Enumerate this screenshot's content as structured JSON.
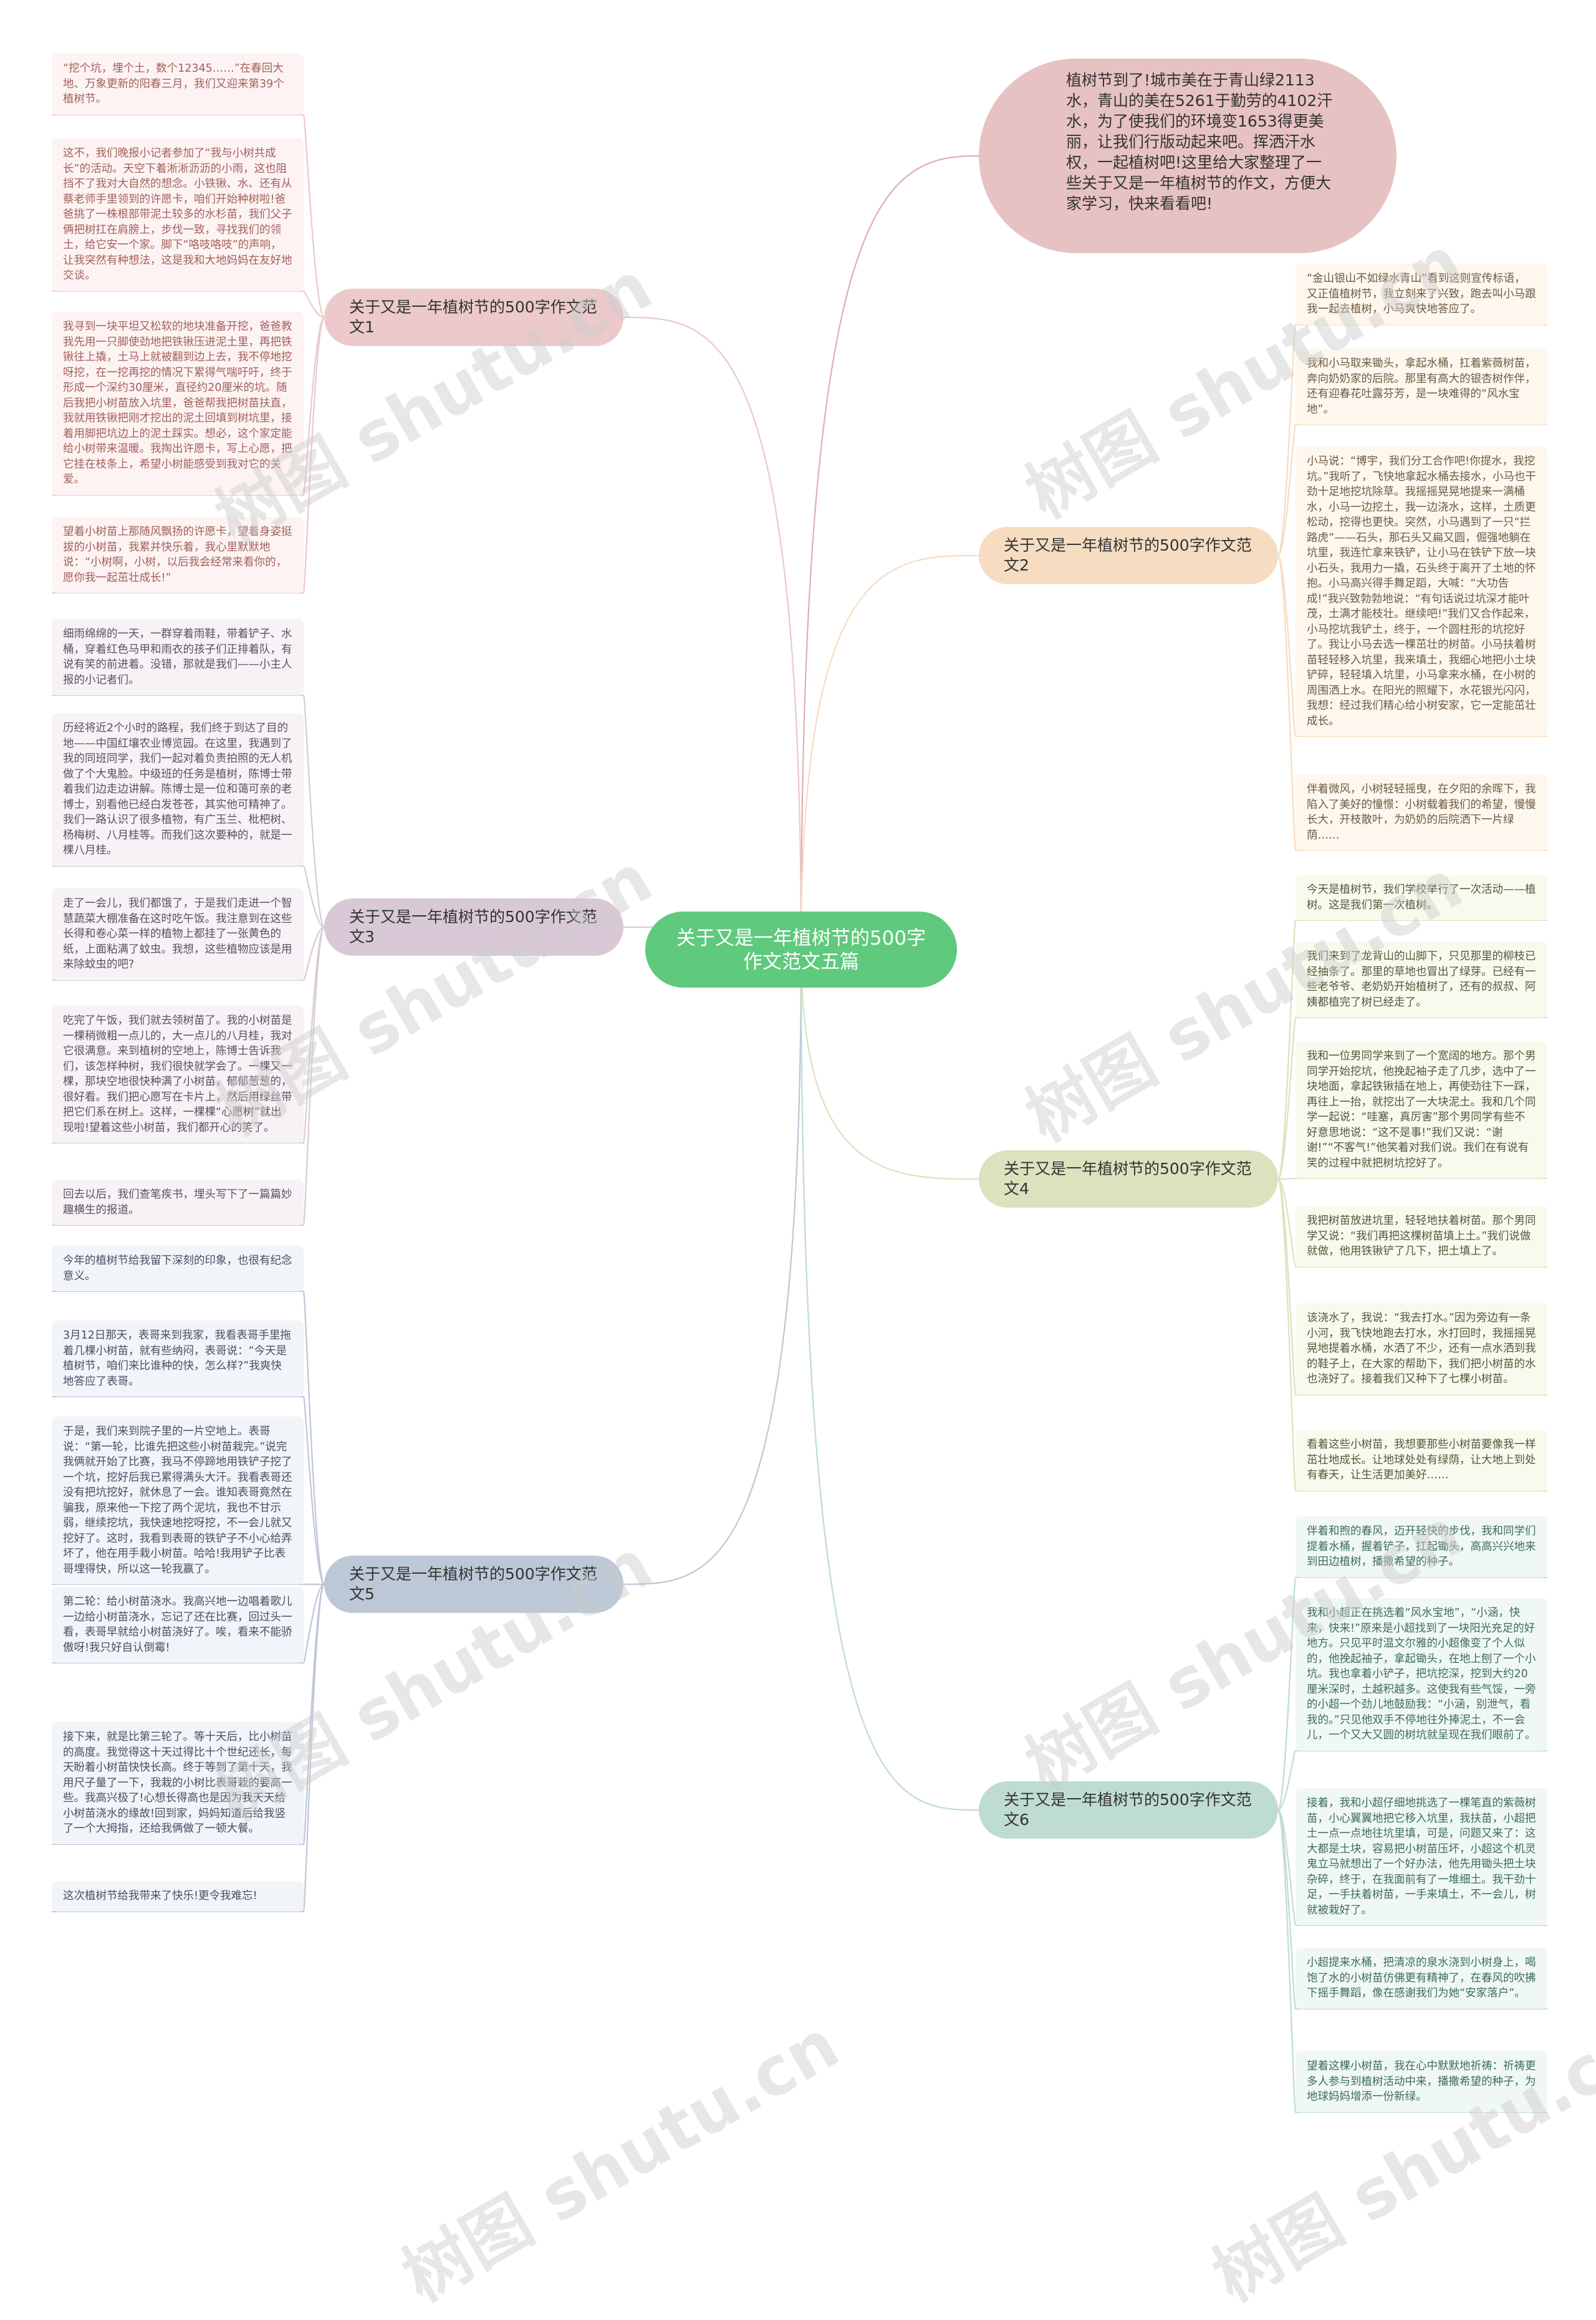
{
  "center": "关于又是一年植树节的500字作文范文五篇",
  "intro": "植树节到了!城市美在于青山绿2113水，青山的美在5261于勤劳的4102汗水，为了使我们的环境变1653得更美丽，让我们行版动起来吧。挥洒汗水权，一起植树吧!这里给大家整理了一些关于又是一年植树节的作文，方便大家学习，快来看看吧!",
  "branches": [
    {
      "label": "关于又是一年植树节的500字作文范文1",
      "color": "#ecc9ca",
      "text_color": "#a2605c",
      "leaf_bg": "#fdf3f3",
      "leaves": [
        "“挖个坑，埋个土，数个12345……”在春回大地、万象更新的阳春三月，我们又迎来第39个植树节。",
        "这不，我们晚报小记者参加了“我与小树共成长”的活动。天空下着淅淅沥沥的小雨，这也阻挡不了我对大自然的想念。小铁锹、水、还有从蔡老师手里领到的许愿卡，咱们开始种树啦!爸爸挑了一株根部带泥土较多的水杉苗，我们父子俩把树扛在肩膀上，步伐一致，寻找我们的领土，给它安一个家。脚下“咯吱咯吱”的声响，让我突然有种想法，这是我和大地妈妈在友好地交谈。",
        "我寻到一块平坦又松软的地块准备开挖，爸爸教我先用一只脚使劲地把铁锹压进泥土里，再把铁锹往上撬，土马上就被翻到边上去，我不停地挖呀挖，在一挖再挖的情况下累得气喘吁吁，终于形成一个深约30厘米，直径约20厘米的坑。随后我把小树苗放入坑里，爸爸帮我把树苗扶直，我就用铁锹把刚才挖出的泥土回填到树坑里，接着用脚把坑边上的泥土踩实。想必，这个家定能给小树带来温暖。我掏出许愿卡，写上心愿，把它挂在枝条上，希望小树能感受到我对它的关爱。",
        "望着小树苗上那随风飘扬的许愿卡，望着身姿挺拔的小树苗，我累并快乐着，我心里默默地说：“小树啊，小树，以后我会经常来看你的，愿你我一起茁壮成长!”"
      ]
    },
    {
      "label": "关于又是一年植树节的500字作文范文2",
      "color": "#f6ddc1",
      "text_color": "#6e5a42",
      "leaf_bg": "#fdf7ee",
      "leaves": [
        "“金山银山不如绿水青山”看到这则宣传标语，又正值植树节，我立刻来了兴致，跑去叫小马跟我一起去植树，小马爽快地答应了。",
        "我和小马取来锄头，拿起水桶，扛着紫薇树苗，奔向奶奶家的后院。那里有高大的银杏树作伴，还有迎春花吐露芬芳，是一块难得的“风水宝地”。",
        "小马说：“博宇，我们分工合作吧!你提水，我挖坑。”我听了，飞快地拿起水桶去接水，小马也干劲十足地挖坑除草。我摇摇晃晃地提来一满桶水，小马一边挖土，我一边浇水，这样，土质更松动，挖得也更快。突然，小马遇到了一只“拦路虎”——石头，那石头又扁又圆，倔强地躺在坑里，我连忙拿来铁铲，让小马在铁铲下放一块小石头，我用力一撬，石头终于离开了土地的怀抱。小马高兴得手舞足蹈，大喊：“大功告成!”我兴致勃勃地说：“有句话说过坑深才能叶茂，土满才能枝壮。继续吧!”我们又合作起来，小马挖坑我铲土，终于，一个圆柱形的坑挖好了。我让小马去选一棵茁壮的树苗。小马扶着树苗轻轻移入坑里，我来填土，我细心地把小土块铲碎，轻轻填入坑里，小马拿来水桶，在小树的周围洒上水。在阳光的照耀下，水花银光闪闪，我想：经过我们精心给小树安家，它一定能茁壮成长。",
        "伴着微风，小树轻轻摇曳，在夕阳的余晖下，我陷入了美好的憧憬：小树载着我们的希望，慢慢长大，开枝散叶，为奶奶的后院洒下一片绿荫……"
      ]
    },
    {
      "label": "关于又是一年植树节的500字作文范文3",
      "color": "#d9c9d7",
      "text_color": "#5e4f5e",
      "leaf_bg": "#f7f2f6",
      "leaves": [
        "细雨绵绵的一天，一群穿着雨鞋，带着铲子、水桶，穿着红色马甲和雨衣的孩子们正排着队，有说有笑的前进着。没错，那就是我们——小主人报的小记者们。",
        "历经将近2个小时的路程，我们终于到达了目的地——中国红壤农业博览园。在这里，我遇到了我的同班同学，我们一起对着负责拍照的无人机做了个大鬼脸。中级班的任务是植树，陈博士带着我们边走边讲解。陈博士是一位和蔼可亲的老博士，别看他已经白发苍苍，其实他可精神了。我们一路认识了很多植物，有广玉兰、枇杷树、杨梅树、八月桂等。而我们这次要种的，就是一棵八月桂。",
        "走了一会儿，我们都饿了，于是我们走进一个智慧蔬菜大棚准备在这时吃午饭。我注意到在这些长得和卷心菜一样的植物上都挂了一张黄色的纸，上面粘满了蚊虫。我想，这些植物应该是用来除蚊虫的吧?",
        "吃完了午饭，我们就去领树苗了。我的小树苗是一棵稍微粗一点儿的，大一点儿的八月桂，我对它很满意。来到植树的空地上，陈博士告诉我们，该怎样种树，我们很快就学会了。一棵又一棵，那块空地很快种满了小树苗，郁郁葱葱的，很好看。我们把心愿写在卡片上，然后用绿丝带把它们系在树上。这样，一棵棵“心愿树”就出现啦!望着这些小树苗，我们都开心的笑了。",
        "回去以后，我们查笔疾书，埋头写下了一篇篇妙趣横生的报道。"
      ]
    },
    {
      "label": "关于又是一年植树节的500字作文范文4",
      "color": "#dde1bd",
      "text_color": "#55583a",
      "leaf_bg": "#f9faee",
      "leaves": [
        "今天是植树节，我们学校举行了一次活动——植树。这是我们第一次植树。",
        "我们来到了龙背山的山脚下，只见那里的柳枝已经抽条了。那里的草地也冒出了绿芽。已经有一些老爷爷、老奶奶开始植树了，还有的叔叔、阿姨都植完了树已经走了。",
        "我和一位男同学来到了一个宽阔的地方。那个男同学开始挖坑，他挽起袖子走了几步，选中了一块地面，拿起铁锹插在地上，再使劲往下一踩，再往上一抬，就挖出了一大块泥土。我和几个同学一起说：“哇塞，真厉害”那个男同学有些不好意思地说：“这不是事!”我们又说：“谢谢!”“不客气!”他笑着对我们说。我们在有说有笑的过程中就把树坑挖好了。",
        "我把树苗放进坑里，轻轻地扶着树苗。那个男同学又说：“我们再把这棵树苗填上土。”我们说做就做，他用铁锹铲了几下，把土填上了。",
        "该浇水了，我说：“我去打水。”因为旁边有一条小河，我飞快地跑去打水，水打回时，我摇摇晃晃地提着水桶，水洒了不少，还有一点水洒到我的鞋子上，在大家的帮助下，我们把小树苗的水也浇好了。接着我们又种下了七棵小树苗。",
        "看着这些小树苗，我想要那些小树苗要像我一样茁壮地成长。让地球处处有绿荫，让大地上到处有春天，让生活更加美好……"
      ]
    },
    {
      "label": "关于又是一年植树节的500字作文范文5",
      "color": "#bdc8d6",
      "text_color": "#445163",
      "leaf_bg": "#f1f4f8",
      "leaves": [
        "今年的植树节给我留下深刻的印象，也很有纪念意义。",
        "3月12日那天，表哥来到我家，我看表哥手里拖着几棵小树苗，就有些纳闷，表哥说：“今天是植树节，咱们来比谁种的快，怎么样?”我爽快地答应了表哥。",
        "于是，我们来到院子里的一片空地上。表哥说：“第一轮，比谁先把这些小树苗栽完。”说完我俩就开始了比赛，我马不停蹄地用铁铲子挖了一个坑，挖好后我已累得满头大汗。我看表哥还没有把坑挖好，就休息了一会。谁知表哥竟然在骗我，原来他一下挖了两个泥坑，我也不甘示弱，继续挖坑，我快速地挖呀挖，不一会儿就又挖好了。这时，我看到表哥的铁铲子不小心给弄坏了，他在用手栽小树苗。哈哈!我用铲子比表哥埋得快，所以这一轮我赢了。",
        "第二轮：给小树苗浇水。我高兴地一边唱着歌儿一边给小树苗浇水，忘记了还在比赛，回过头一看，表哥早就给小树苗浇好了。唉，看来不能骄傲呀!我只好自认倒霉!",
        "接下来，就是比第三轮了。等十天后，比小树苗的高度。我觉得这十天过得比十个世纪还长，每天盼着小树苗快快长高。终于等到了第十天，我用尺子量了一下，我栽的小树比表哥栽的要高一些。我高兴极了!心想长得高也是因为我天天给小树苗浇水的缘故!回到家，妈妈知道后给我竖了一个大拇指，还给我俩做了一顿大餐。",
        "这次植树节给我带来了快乐!更令我难忘!"
      ]
    },
    {
      "label": "关于又是一年植树节的500字作文范文6",
      "color": "#bfdcd2",
      "text_color": "#3e6b5b",
      "leaf_bg": "#f0f8f5",
      "leaves": [
        "伴着和煦的春风，迈开轻快的步伐，我和同学们提着水桶，握着铲子，扛起锄头，高高兴兴地来到田边植树，播撒希望的种子。",
        "我和小超正在挑选着“风水宝地”，“小涵，快来，快来!”原来是小超找到了一块阳光充足的好地方。只见平时温文尔雅的小超像变了个人似的，他挽起袖子，拿起锄头，在地上刨了一个小坑。我也拿着小铲子，把坑挖深，挖到大约20厘米深时，土越积越多。这使我有些气馁，一旁的小超一个劲儿地鼓励我：“小涵，别泄气，看我的。”只见他双手不停地往外捧泥土，不一会儿，一个又大又圆的树坑就呈现在我们眼前了。",
        "接着，我和小超仔细地挑选了一棵笔直的紫薇树苗，小心翼翼地把它移入坑里，我扶苗，小超把土一点一点地往坑里填，可是，问题又来了：这大都是土块，容易把小树苗压坏，小超这个机灵鬼立马就想出了一个好办法，他先用锄头把土块杂碎，终于，在我面前有了一堆细土。我干劲十足，一手扶着树苗，一手来填土，不一会儿，树就被栽好了。",
        "小超提来水桶，把清凉的泉水浇到小树身上，喝饱了水的小树苗仿佛更有精神了，在春风的吹拂下摇手舞蹈，像在感谢我们为她“安家落户”。",
        "望着这棵小树苗，我在心中默默地祈祷：祈祷更多人参与到植树活动中来，播撒希望的种子，为地球妈妈增添一份新绿。"
      ]
    }
  ],
  "watermark": "树图 shutu.cn"
}
